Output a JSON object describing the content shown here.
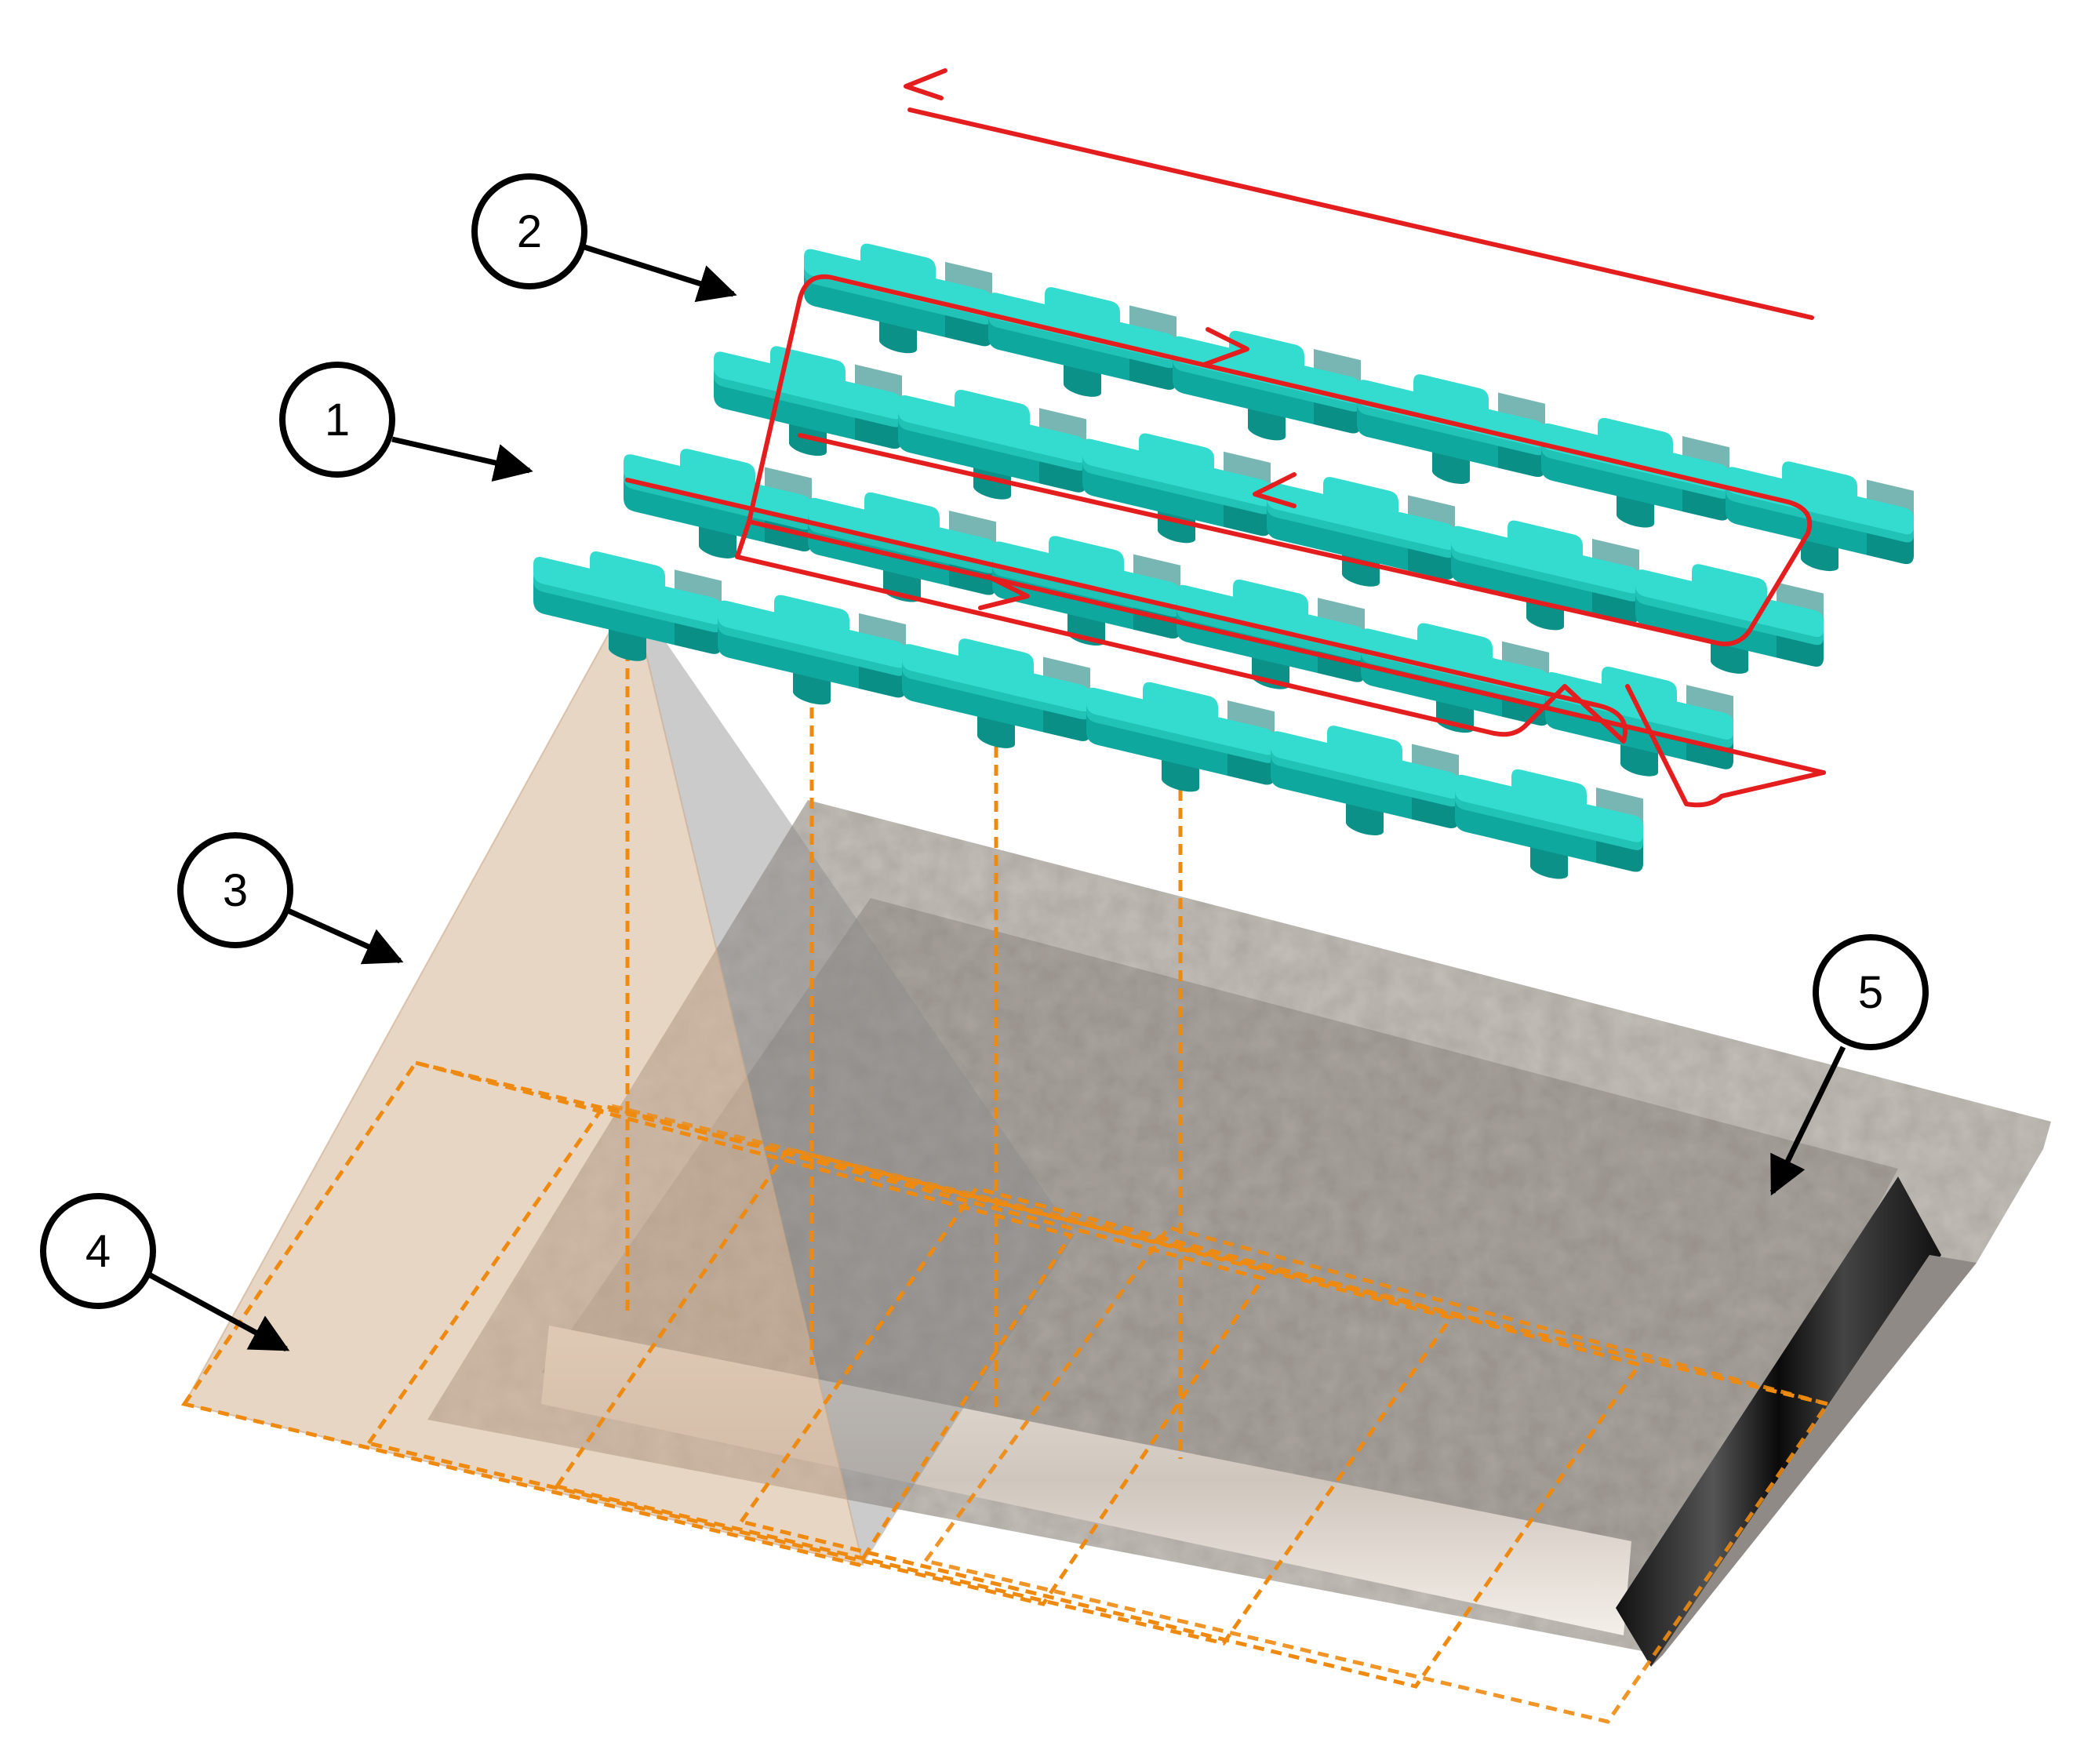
{
  "diagram": {
    "colors": {
      "sensor_face": "#2fd6c9",
      "sensor_side": "#0fa89e",
      "sensor_dark": "#087a73",
      "scan_path": "#e41e1e",
      "footprint": "#ee8a10",
      "frustum_warm": "#d9b89a",
      "frustum_gray": "#a9a9a9",
      "surface": "#b5b0aa",
      "surface_edge": "#2a2a2a",
      "callout": "#000000"
    },
    "callouts": [
      {
        "id": "1",
        "label": "1",
        "target": "sensor"
      },
      {
        "id": "2",
        "label": "2",
        "target": "scan-path"
      },
      {
        "id": "3",
        "label": "3",
        "target": "field-of-view"
      },
      {
        "id": "4",
        "label": "4",
        "target": "footprint"
      },
      {
        "id": "5",
        "label": "5",
        "target": "surface"
      }
    ],
    "sensor_grid": {
      "rows": 4,
      "cols": 6
    },
    "icons": {
      "sensor": "cross-shaped-sensor-icon",
      "path_arrow": "red-arrowhead-icon"
    }
  }
}
